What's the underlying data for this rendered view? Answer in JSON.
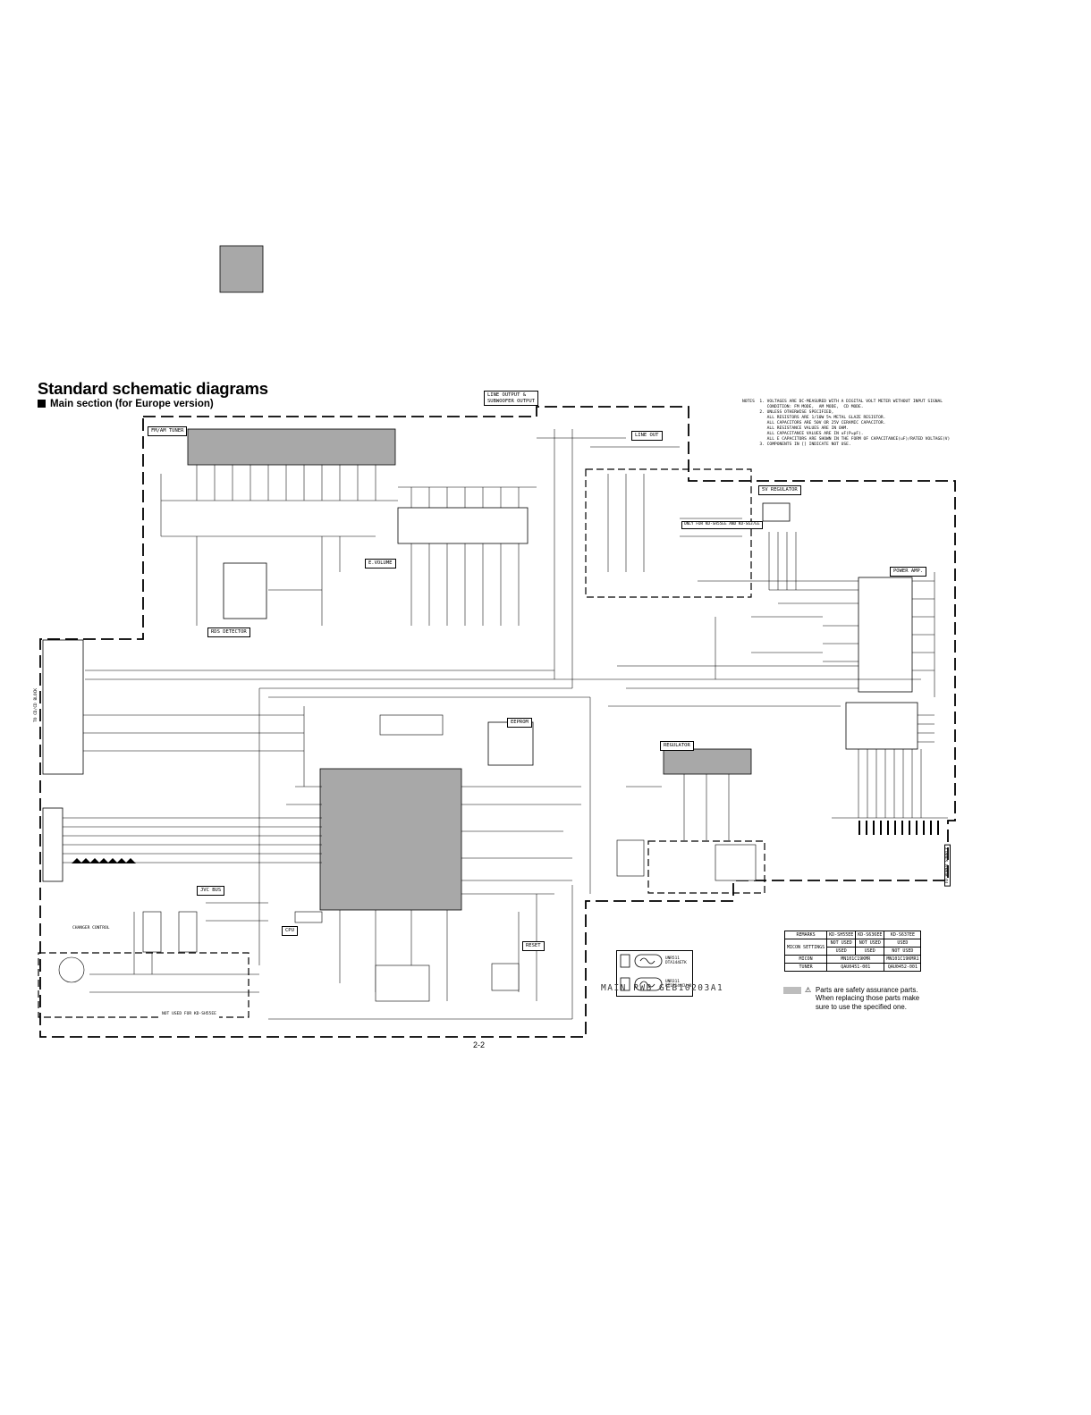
{
  "header": {
    "title": "Standard schematic diagrams",
    "subtitle": "Main section (for Europe version)"
  },
  "blocks": {
    "fm_am_tuner": "FM/AM TUNER",
    "line_output": "LINE OUTPUT &\nSUBWOOFER OUTPUT",
    "line_out": "LINE OUT",
    "e_volume": "E.VOLUME",
    "rds_detector": "RDS DETECTOR",
    "eeprom": "EEPROM",
    "regulator": "REGULATOR",
    "five_v_regulator": "5V REGULATOR",
    "power_amp": "POWER AMP.",
    "cpu": "CPU",
    "jvc_bus": "JVC BUS",
    "reset": "RESET",
    "not_used": "NOT USED FOR KD-SH55EE",
    "changer_control": "CHANGER CONTROL",
    "to_cd_mechanism": "TO CD/CD BLOCK",
    "only_models": "ONLY FOR KD-SH55EE AND KD-S637EE"
  },
  "notes": "NOTES  1. VOLTAGES ARE DC-MEASURED WITH A DIGITAL VOLT METER WITHOUT INPUT SIGNAL\n          CONDITION: FM MODE,  AM MODE,  CD MODE.\n       2. UNLESS OTHERWISE SPECIFIED,\n          ALL RESISTORS ARE 1/10W 5% METAL GLAZE RESISTOR.\n          ALL CAPACITORS ARE 50V OR 25V CERAMIC CAPACITOR.\n          ALL RESISTANCE VALUES ARE IN OHM.\n          ALL CAPACITANCE VALUES ARE IN uF(P=pF).\n          ALL E CAPACITORS ARE SHOWN IN THE FORM OF CAPACITANCE(uF)/RATED VOLTAGE(V)\n       3. COMPONENTS IN [] INDICATE NOT USE.",
  "remark_table": {
    "rows": [
      [
        "REMARKS",
        "KD-SH55EE",
        "KD-S636EE",
        "KD-S637EE"
      ],
      [
        "MICON SETTINGS",
        "NOT USED",
        "NOT USED",
        "USED"
      ],
      [
        "",
        "USED",
        "USED",
        "NOT USED"
      ],
      [
        "MICON",
        "MN101C19KMR",
        "",
        "MN101C19KMR1"
      ],
      [
        "TUNER",
        "QAU0451-001",
        "",
        "QAU0452-001"
      ]
    ]
  },
  "fuse_labels": {
    "fuse1": "UNR511\nDTA144ETK",
    "fuse2": "UNR311\nRT1P144CU-N"
  },
  "board_name": "MAIN PWB GEB10203A1",
  "safety_note": "Parts are safety assurance parts.\nWhen replacing those parts make\nsure to use the specified one.",
  "page_number": "2-2",
  "connector_labels": {
    "left_top": "TO CD/CD BLOCK",
    "right_bottom": "TO POWER SUPPLY"
  }
}
